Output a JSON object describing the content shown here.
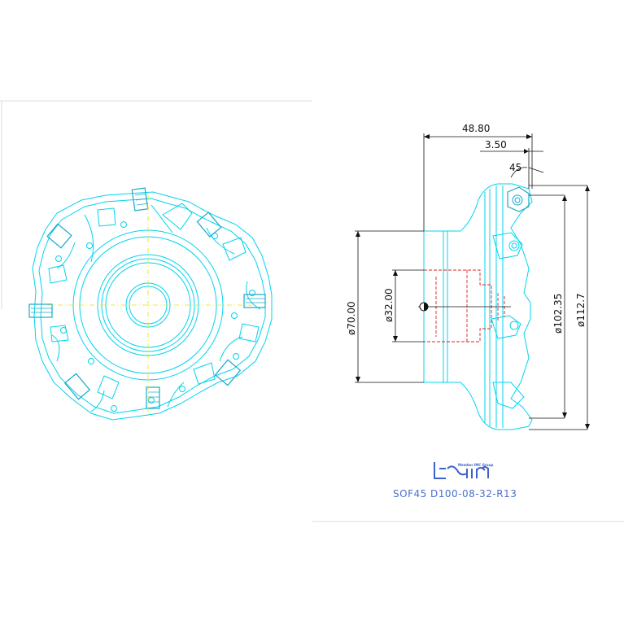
{
  "dimensions": {
    "overall_length": "48.80",
    "edge_offset": "3.50",
    "chamfer_angle": "45",
    "bore_diameter": "ø32.00",
    "hub_diameter": "ø70.00",
    "cutting_diameter": "ø102.35",
    "max_diameter": "ø112.7"
  },
  "caption": {
    "model": "SOF45  D100-08-32-R13",
    "logo_tagline": "Member IMC Group"
  },
  "colors": {
    "outline": "#00d4ee",
    "insert": "#19a9c9",
    "centerline": "#e6e600",
    "hidden": "#e02020",
    "dimension": "#111111",
    "frame": "#dddddd",
    "logo": "#3b62c8",
    "caption": "#4a6fd0"
  }
}
